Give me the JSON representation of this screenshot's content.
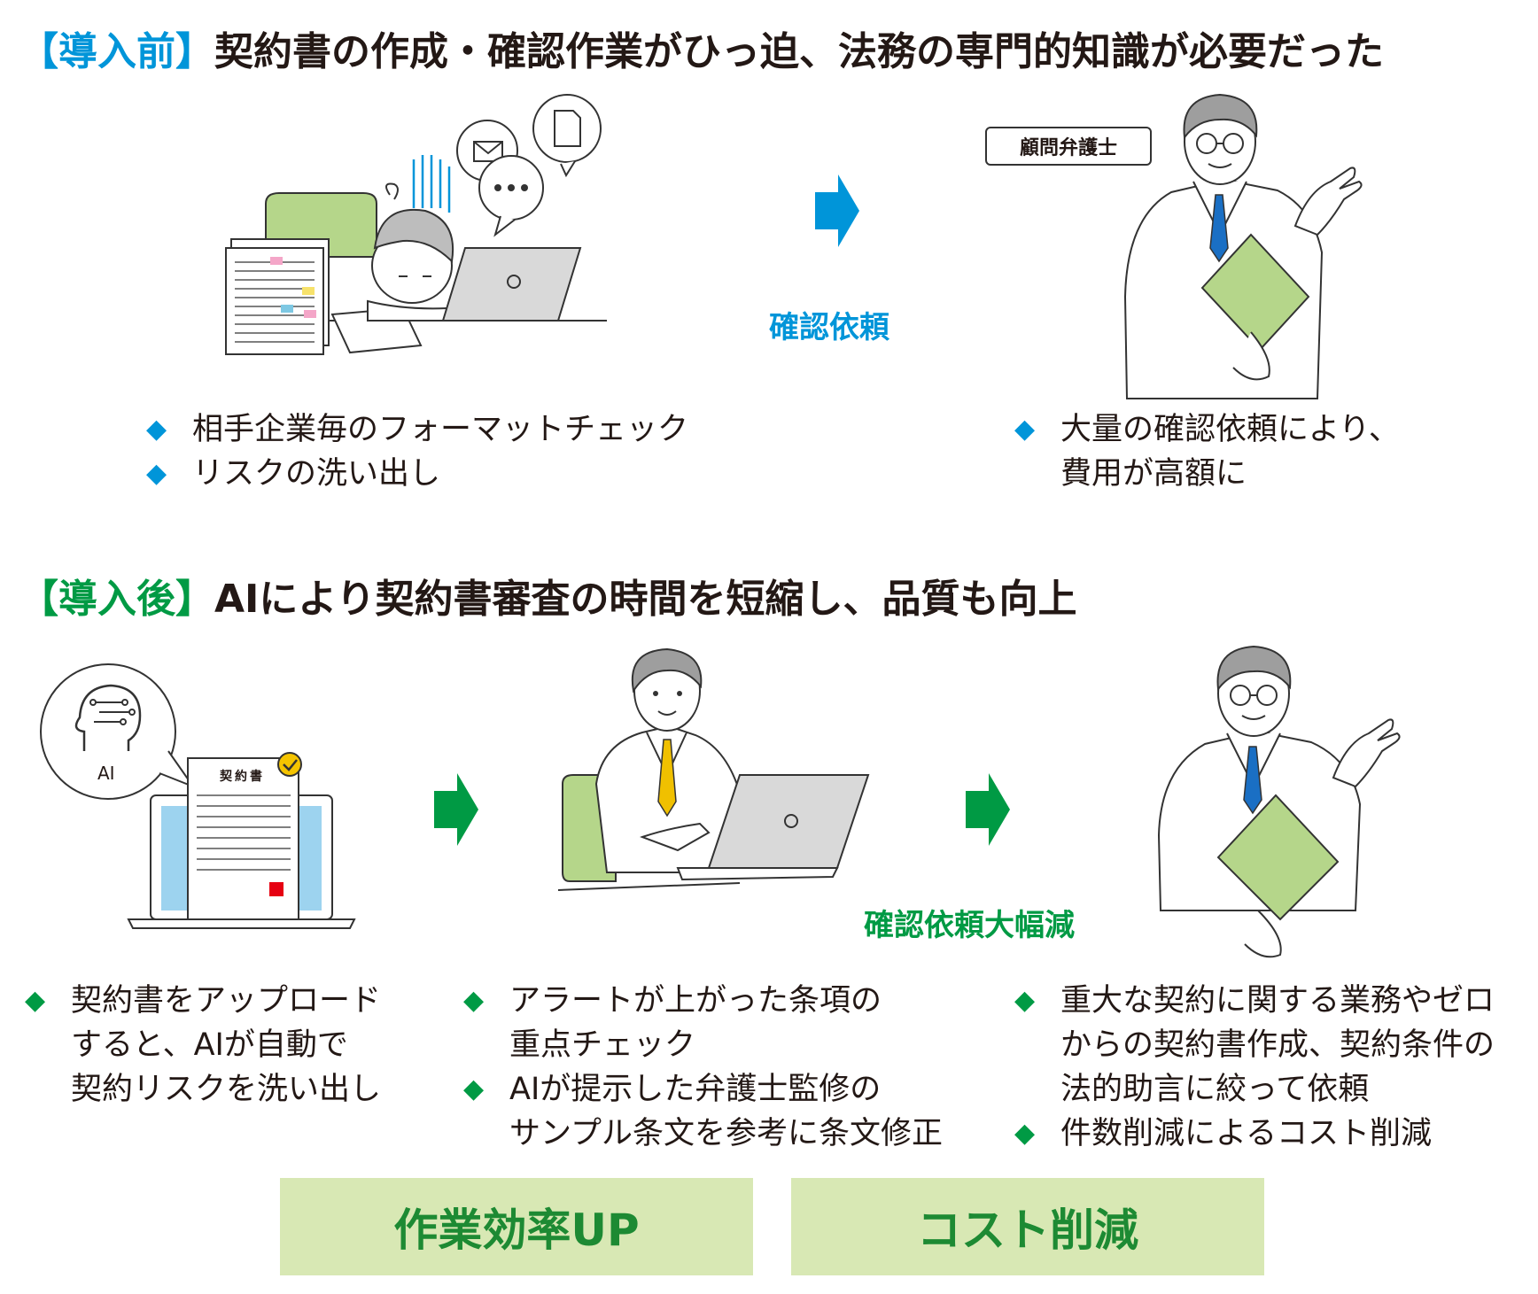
{
  "before": {
    "bracket": "【導入前】",
    "title": "契約書の作成・確認作業がひっ迫、法務の専門的知識が必要だった",
    "arrow_label": "確認依頼",
    "lawyer_tag": "顧問弁護士",
    "left_bullets": [
      "相手企業毎のフォーマットチェック",
      "リスクの洗い出し"
    ],
    "right_bullet": [
      "大量の確認依頼により、",
      "費用が高額に"
    ]
  },
  "after": {
    "bracket": "【導入後】",
    "title": "AIにより契約書審査の時間を短縮し、品質も向上",
    "ai_label": "AI",
    "doc_title": "契約書",
    "arrow_label": "確認依頼大幅減",
    "col1": [
      "契約書をアップロード",
      "すると、AIが自動で",
      "契約リスクを洗い出し"
    ],
    "col2_a": [
      "アラートが上がった条項の",
      "重点チェック"
    ],
    "col2_b": [
      "AIが提示した弁護士監修の",
      "サンプル条文を参考に条文修正"
    ],
    "col3_a": [
      "重大な契約に関する業務やゼロ",
      "からの契約書作成、契約条件の",
      "法的助言に絞って依頼"
    ],
    "col3_b": [
      "件数削減によるコスト削減"
    ]
  },
  "effects": [
    "作業効率UP",
    "コスト削減"
  ],
  "colors": {
    "blue": "#0095d9",
    "green": "#009a44",
    "effect_bg": "#d8e8b4",
    "folder": "#b5d68a"
  },
  "icons": {
    "bullet": "diamond-icon",
    "arrow": "right-arrow-icon"
  }
}
